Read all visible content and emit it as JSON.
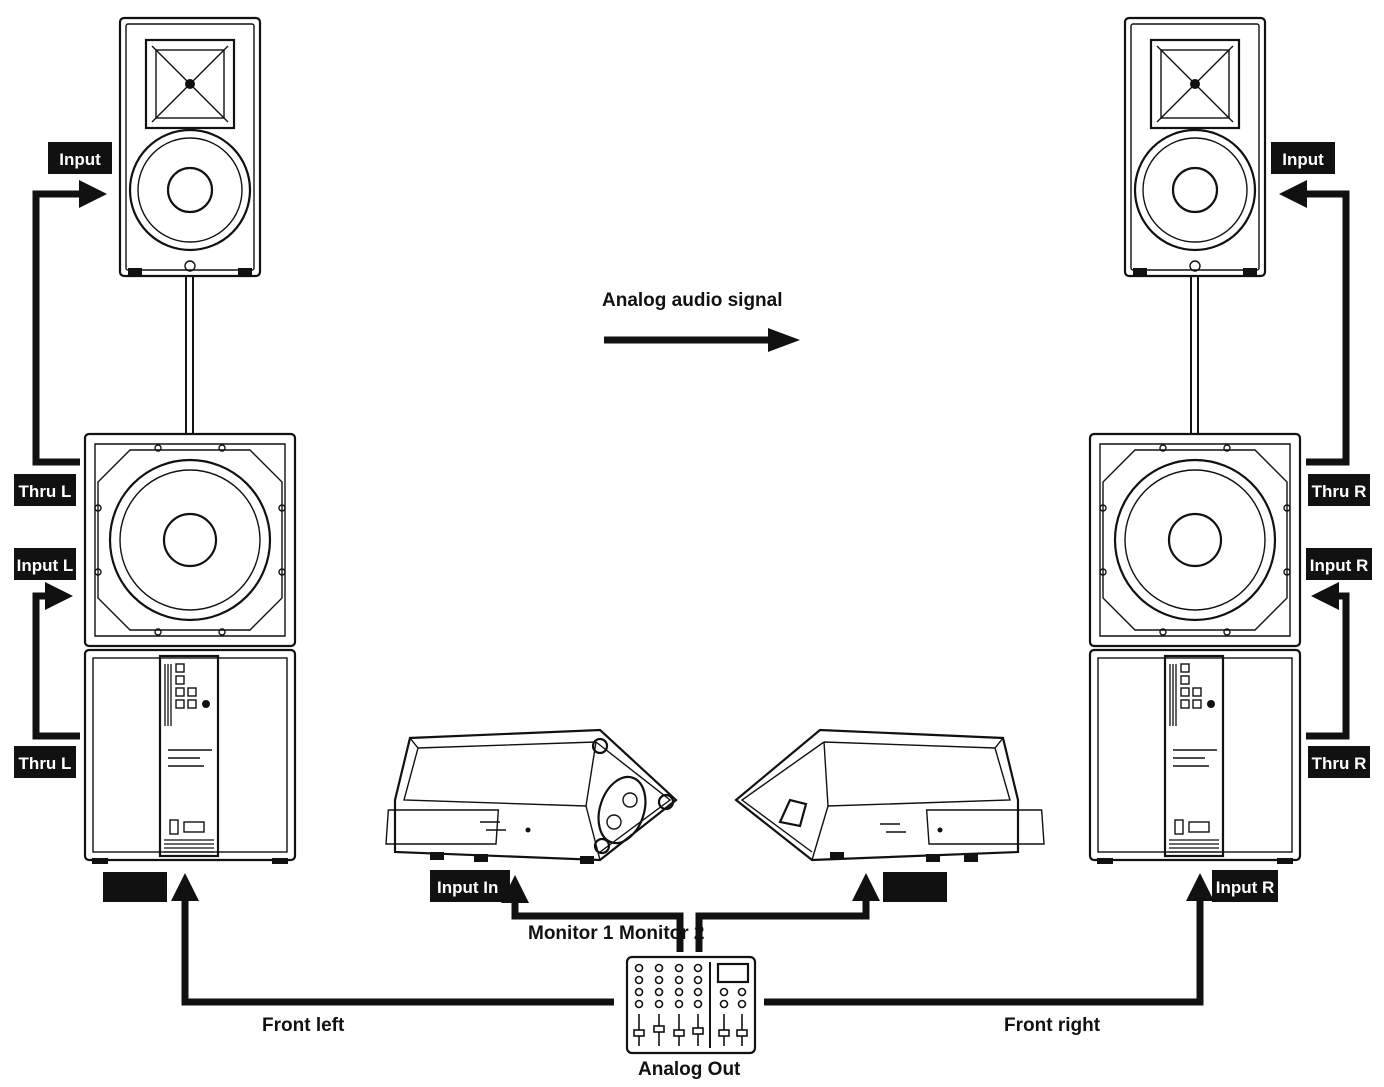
{
  "title": "Analog audio signal",
  "labels": {
    "top_left_input": "Input",
    "top_right_input": "Input",
    "thru_l_upper": "Thru L",
    "input_l": "Input L",
    "thru_l_lower": "Thru L",
    "thru_r_upper": "Thru R",
    "input_r_mid": "Input R",
    "thru_r_lower": "Thru R",
    "input_r_bottom": "Input R",
    "monitor_input_left": "Input In",
    "monitor_1": "Monitor 1",
    "monitor_2": "Monitor 2",
    "front_left": "Front left",
    "front_right": "Front right",
    "analog_out": "Analog Out"
  },
  "devices": {
    "top_left": "top-satellite-speaker",
    "sub_left": "subwoofer",
    "top_right": "top-satellite-speaker",
    "sub_right": "subwoofer",
    "monitor_left": "floor-monitor",
    "monitor_right": "floor-monitor",
    "mixer": "mixing-console"
  },
  "colors": {
    "line": "#111111",
    "tag_bg": "#111111",
    "tag_text": "#ffffff",
    "background": "#ffffff"
  }
}
